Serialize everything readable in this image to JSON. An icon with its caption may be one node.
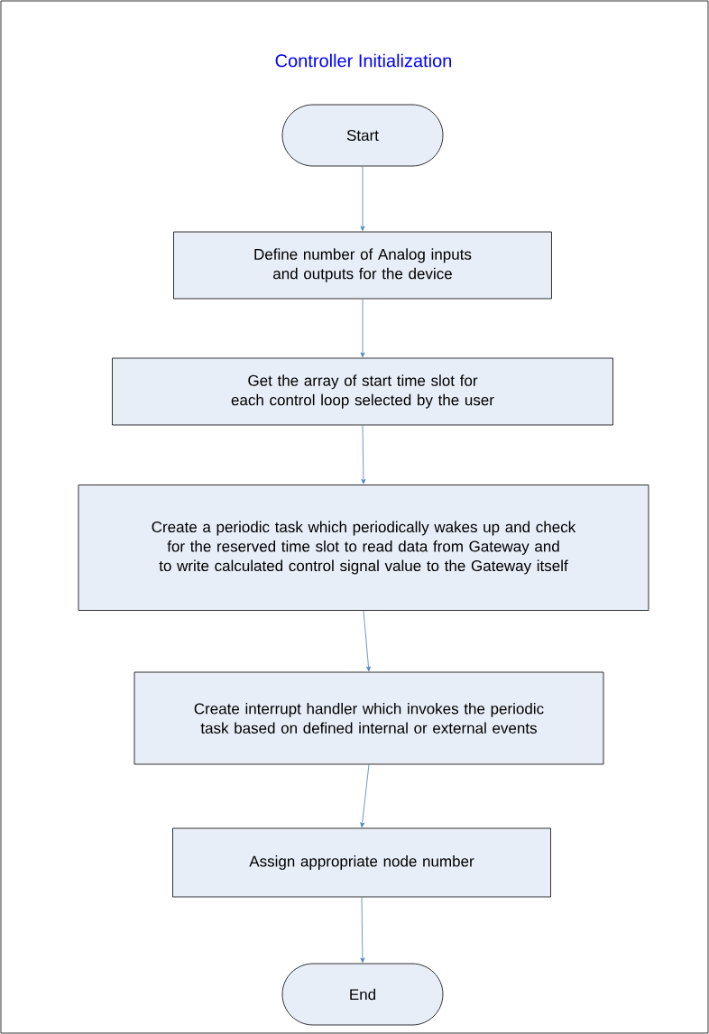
{
  "diagram": {
    "title": "Controller Initialization",
    "nodes": [
      {
        "text": [
          "Start"
        ]
      },
      {
        "text": [
          "Define number of Analog inputs and outputs for the device"
        ]
      },
      {
        "text": [
          "Get the array of start time slot for each control loop selected by the user"
        ]
      },
      {
        "text": [
          "Create a periodic task which periodically wakes up and check for the reserved time slot to read data from Gateway and to write calculated control signal value to the Gateway itself"
        ]
      },
      {
        "text": [
          "Create interrupt handler which invokes the periodic task based on defined internal or external events"
        ]
      },
      {
        "text": [
          "Assign appropriate node number"
        ]
      },
      {
        "text": [
          "End"
        ]
      }
    ],
    "edges": [
      {
        "from": 0,
        "to": 1,
        "arrow": "to"
      },
      {
        "from": 1,
        "to": 2,
        "arrow": "to"
      },
      {
        "from": 2,
        "to": 3,
        "arrow": "to"
      },
      {
        "from": 3,
        "to": 4,
        "arrow": "to"
      },
      {
        "from": 4,
        "to": 5,
        "arrow": "to"
      },
      {
        "from": 5,
        "to": 6,
        "arrow": "to"
      }
    ]
  }
}
